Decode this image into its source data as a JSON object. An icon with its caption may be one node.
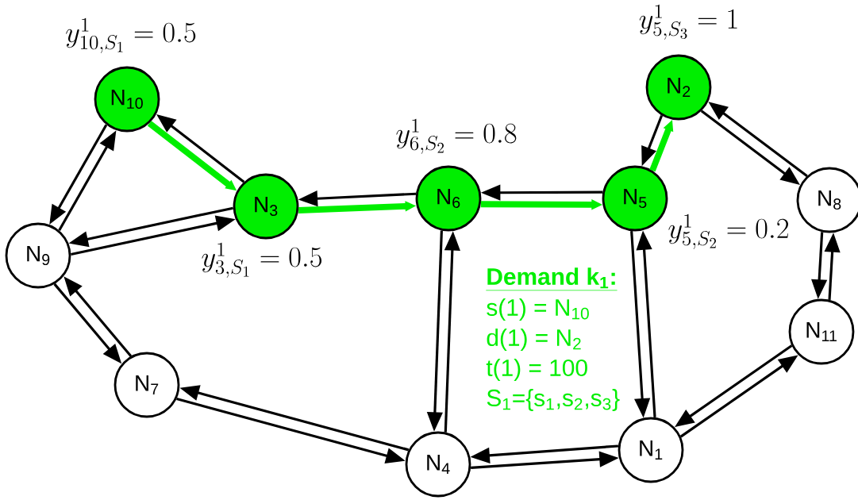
{
  "diagram": {
    "nodes": [
      {
        "text": [
          "N$_{10}$"
        ],
        "beside": [
          "y^{1}_{10,S_{1}} = 0.5"
        ]
      },
      {
        "text": [
          "N$_{3}$"
        ],
        "beside": [
          "y^{1}_{3,S_{1}} = 0.5"
        ]
      },
      {
        "text": [
          "N$_{6}$"
        ],
        "beside": [
          "y^{1}_{6,S_{2}} = 0.8"
        ]
      },
      {
        "text": [
          "N$_{5}$"
        ],
        "beside": [
          "y^{1}_{5,S_{2}} = 0.2"
        ]
      },
      {
        "text": [
          "N$_{2}$"
        ],
        "beside": [
          "y^{1}_{5,S_{3}} = 1"
        ]
      },
      {
        "text": [
          "N$_{9}$"
        ]
      },
      {
        "text": [
          "N$_{8}$"
        ]
      },
      {
        "text": [
          "N$_{7}$"
        ]
      },
      {
        "text": [
          "N$_{11}$"
        ]
      },
      {
        "text": [
          "N$_{4}$"
        ]
      },
      {
        "text": [
          "N$_{1}$"
        ]
      }
    ],
    "edges": [
      {
        "from": 0,
        "to": 1,
        "arrow": "to",
        "style": "thick",
        "color": "#00ee00"
      },
      {
        "from": 1,
        "to": 0,
        "arrow": "to"
      },
      {
        "from": 5,
        "to": 0,
        "arrow": "to"
      },
      {
        "from": 0,
        "to": 5,
        "arrow": "to"
      },
      {
        "from": 1,
        "to": 5,
        "arrow": "to"
      },
      {
        "from": 5,
        "to": 1,
        "arrow": "to"
      },
      {
        "from": 1,
        "to": 2,
        "arrow": "to",
        "style": "thick",
        "color": "#00ee00"
      },
      {
        "from": 2,
        "to": 1,
        "arrow": "to"
      },
      {
        "from": 2,
        "to": 3,
        "arrow": "to",
        "style": "thick",
        "color": "#00ee00"
      },
      {
        "from": 3,
        "to": 2,
        "arrow": "to"
      },
      {
        "from": 3,
        "to": 4,
        "arrow": "to",
        "style": "thick",
        "color": "#00ee00"
      },
      {
        "from": 4,
        "to": 3,
        "arrow": "to"
      },
      {
        "from": 4,
        "to": 6,
        "arrow": "to"
      },
      {
        "from": 6,
        "to": 4,
        "arrow": "to"
      },
      {
        "from": 6,
        "to": 8,
        "arrow": "to"
      },
      {
        "from": 8,
        "to": 6,
        "arrow": "to"
      },
      {
        "from": 3,
        "to": 10,
        "arrow": "to"
      },
      {
        "from": 10,
        "to": 3,
        "arrow": "to"
      },
      {
        "from": 2,
        "to": 9,
        "arrow": "to"
      },
      {
        "from": 9,
        "to": 2,
        "arrow": "to"
      },
      {
        "from": 5,
        "to": 7,
        "arrow": "to"
      },
      {
        "from": 7,
        "to": 5,
        "arrow": "to"
      },
      {
        "from": 7,
        "to": 9,
        "arrow": "to"
      },
      {
        "from": 9,
        "to": 7,
        "arrow": "to"
      },
      {
        "from": 9,
        "to": 10,
        "arrow": "to"
      },
      {
        "from": 10,
        "to": 9,
        "arrow": "to"
      },
      {
        "from": 10,
        "to": 8,
        "arrow": "to"
      },
      {
        "from": 8,
        "to": 10,
        "arrow": "to"
      }
    ],
    "labels": [
      "Demand k$_{1}$:",
      "s(1) = N$_{10}$",
      "d(1) = N$_{2}$",
      "t(1) = 100",
      "S$_{1}$={s$_{1}$,s$_{2}$,s$_{3}$}"
    ]
  }
}
